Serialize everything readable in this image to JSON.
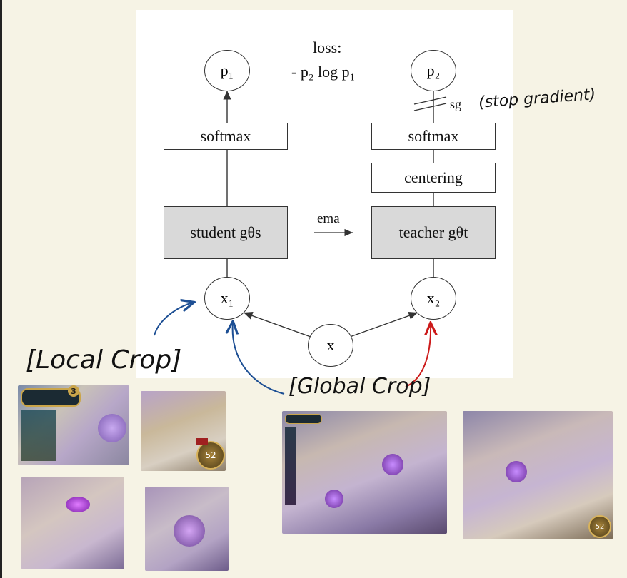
{
  "diagram": {
    "loss_line1": "loss:",
    "loss_line2": "- p₂ log p₁",
    "p1": "p₁",
    "p2": "p₂",
    "softmax_left": "softmax",
    "softmax_right": "softmax",
    "centering": "centering",
    "student": "student gθs",
    "teacher": "teacher gθt",
    "ema": "ema",
    "sg": "sg",
    "x1": "x₁",
    "x2": "x₂",
    "x": "x"
  },
  "annotations": {
    "stop_gradient": "(stop gradient)",
    "local_crop": "[Local Crop]",
    "global_crop": "[Global Crop]"
  },
  "screenshots": {
    "local_top_left_level": "3",
    "local_top_right_gold": "52",
    "global_right_gold": "52"
  },
  "colors": {
    "blue_arrow": "#1d4f94",
    "red_arrow": "#cc1a1a",
    "box_gray": "#d9d9d9"
  }
}
